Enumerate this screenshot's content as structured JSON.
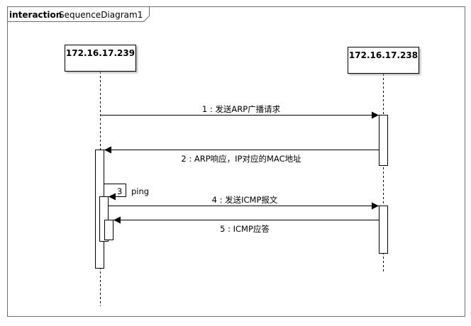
{
  "frame": {
    "keyword": "interaction",
    "name": "SequenceDiagram1"
  },
  "lifelines": [
    {
      "id": "left",
      "label": "172.16.17.239"
    },
    {
      "id": "right",
      "label": "172.16.17.238"
    }
  ],
  "messages": [
    {
      "label": "1 : 发送ARP广播请求"
    },
    {
      "label": "2 : ARP响应，IP对应的MAC地址"
    },
    {
      "number": "3",
      "label": "ping"
    },
    {
      "label": "4 : 发送ICMP报文"
    },
    {
      "label": "5 : ICMP应答"
    }
  ]
}
